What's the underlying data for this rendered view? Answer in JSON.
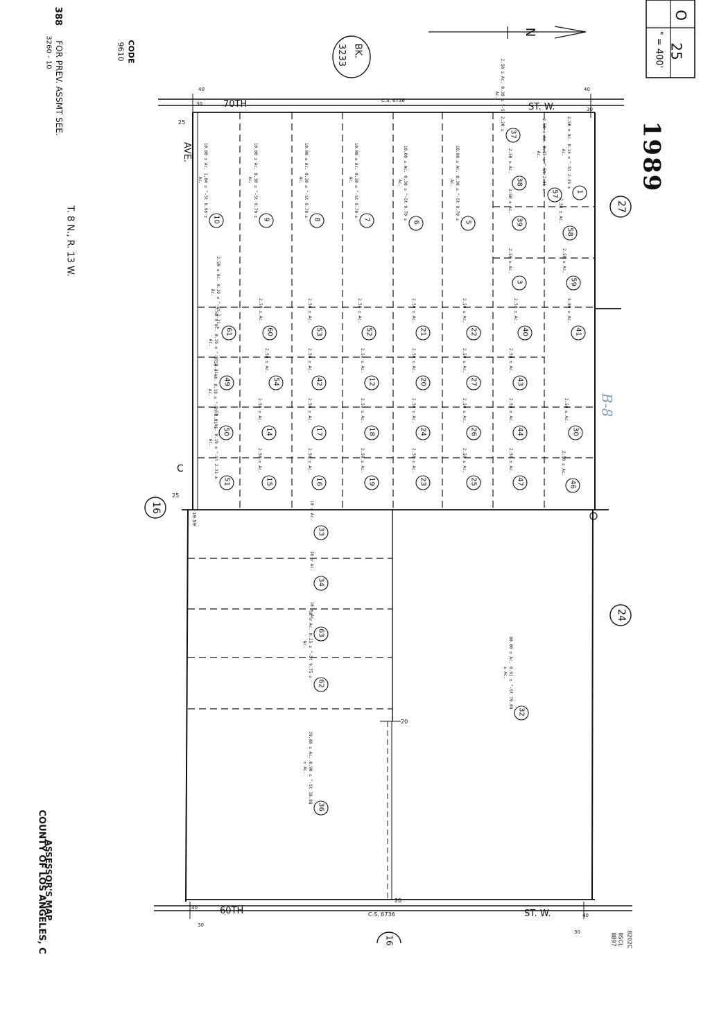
{
  "header": {
    "scale_top": "25",
    "scale_mid": "\" = 400'",
    "scale_corner": "O",
    "map_number": "1989",
    "north": "N",
    "book_label": "BK.",
    "book_number": "3233"
  },
  "margin": {
    "prev_asmt": "FOR PREV. ASSMT SEE.",
    "prev_code": "3260 - 10",
    "prev_prefix": "388",
    "code_label": "CODE",
    "code_value": "9610",
    "township": "T. 8 N., R. 13 W.",
    "assessor": "ASSESSOR'S MAP",
    "county": "COUNTY OF LOS ANGELES, C",
    "cs_codes": [
      "8202C",
      "8SCL",
      "8897"
    ]
  },
  "streets": {
    "top_left": "70TH",
    "top_right": "ST.  W.",
    "top_cs": "C.S. 6736",
    "bottom_left": "60TH",
    "bottom_right": "ST.  W.",
    "bottom_cs": "C.S. 6736",
    "ave": "AVE.",
    "c": "C"
  },
  "adjacent": [
    "27",
    "24",
    "16",
    "16"
  ],
  "dims": [
    "40",
    "40",
    "30",
    "30",
    "25",
    "25",
    "19.59",
    "20",
    "20",
    "40",
    "40",
    "30",
    "30"
  ],
  "annotation": "B-8",
  "parcels": [
    {
      "num": "10",
      "area": "10.00 ± Ac.  1.04 ± \"-St  8.96 ± Ac."
    },
    {
      "num": "9",
      "area": "10.00 ± Ac.  0.30 ± \"-St  9.70 ± Ac."
    },
    {
      "num": "8",
      "area": "10.00 ± Ac.  0.30 ± \"-St  9.70 ± Ac."
    },
    {
      "num": "7",
      "area": "10.00 ± Ac.  0.30 ± \"-St  9.70 ± Ac."
    },
    {
      "num": "6",
      "area": "10.00 ± Ac.  0.30 ± \"-St  9.70 ± Ac."
    },
    {
      "num": "5",
      "area": "10.00 ± Ac.  0.30 ± \"-St  9.70 ± Ac."
    },
    {
      "num": "37",
      "area": "2.50 ± Ac.  0.30 ± \"-St  2.20 ± Ac."
    },
    {
      "num": "38",
      "area": "2.50 ± Ac."
    },
    {
      "num": "39",
      "area": "2.50 ± Ac."
    },
    {
      "num": "3",
      "area": "2.50 ± Ac."
    },
    {
      "num": "57",
      "area": "2.50 ± Ac.  0.15 ± \"-St  2.35 ± Ac."
    },
    {
      "num": "1",
      "area": "2.50 ± Ac.  0.15 ± \"-St  2.35 ± Ac."
    },
    {
      "num": "58",
      "area": "2.50 ± Ac."
    },
    {
      "num": "59",
      "area": "2.50 ± Ac."
    },
    {
      "num": "61",
      "area": "2.50 ± Ac.  0.19 ± \"-St  2.31 ± Ac."
    },
    {
      "num": "60",
      "area": "2.50 ± Ac."
    },
    {
      "num": "53",
      "area": "2.50 ± Ac."
    },
    {
      "num": "52",
      "area": "2.50 ± Ac."
    },
    {
      "num": "21",
      "area": "2.50 ± Ac."
    },
    {
      "num": "22",
      "area": "2.50 ± Ac."
    },
    {
      "num": "40",
      "area": "2.50 ± Ac."
    },
    {
      "num": "41",
      "area": "5.00 ± Ac."
    },
    {
      "num": "49",
      "area": "2.50 ± Ac.  0.19 ± \"-St  2.31 ± Ac."
    },
    {
      "num": "54",
      "area": "2.50 ± Ac."
    },
    {
      "num": "42",
      "area": "2.50 ± Ac."
    },
    {
      "num": "12",
      "area": "2.50 ± Ac."
    },
    {
      "num": "20",
      "area": "2.50 ± Ac."
    },
    {
      "num": "27",
      "area": "2.50 ± Ac."
    },
    {
      "num": "43",
      "area": "2.50 ± Ac."
    },
    {
      "num": "50",
      "area": "2.50 ± Ac.  0.19 ± \"-St  2.31 ± Ac."
    },
    {
      "num": "14",
      "area": "2.50 ± Ac."
    },
    {
      "num": "17",
      "area": "2.50 ± Ac."
    },
    {
      "num": "18",
      "area": "2.50 ± Ac."
    },
    {
      "num": "24",
      "area": "2.50 ± Ac."
    },
    {
      "num": "26",
      "area": "2.50 ± Ac."
    },
    {
      "num": "44",
      "area": "2.50 ± Ac."
    },
    {
      "num": "30",
      "area": "2.50 ± Ac."
    },
    {
      "num": "51",
      "area": "2.50 ± Ac.  0.19 ± \"-St  2.31 ± Ac."
    },
    {
      "num": "15",
      "area": "2.50 ± Ac."
    },
    {
      "num": "16",
      "area": "2.50 ± Ac."
    },
    {
      "num": "19",
      "area": "2.50 ± Ac."
    },
    {
      "num": "23",
      "area": "2.50 ± Ac."
    },
    {
      "num": "25",
      "area": "2.50 ± Ac."
    },
    {
      "num": "47",
      "area": "2.50 ± Ac."
    },
    {
      "num": "46",
      "area": "2.50 ± Ac."
    },
    {
      "num": "33",
      "area": "10 ± Ac."
    },
    {
      "num": "34",
      "area": "10 ± Ac."
    },
    {
      "num": "63",
      "area": "10 ± Ac."
    },
    {
      "num": "62",
      "area": "10 ± Ac.  0.25 ± \"-St  9.75 ± Ac."
    },
    {
      "num": "32",
      "area": "80.00 ± Ac.  0.91 ± \"-St  79.09 ± Ac."
    },
    {
      "num": "36",
      "area": "39.88 ± Ac.  0.90 ± \"-St  38.98 ± Ac."
    }
  ]
}
